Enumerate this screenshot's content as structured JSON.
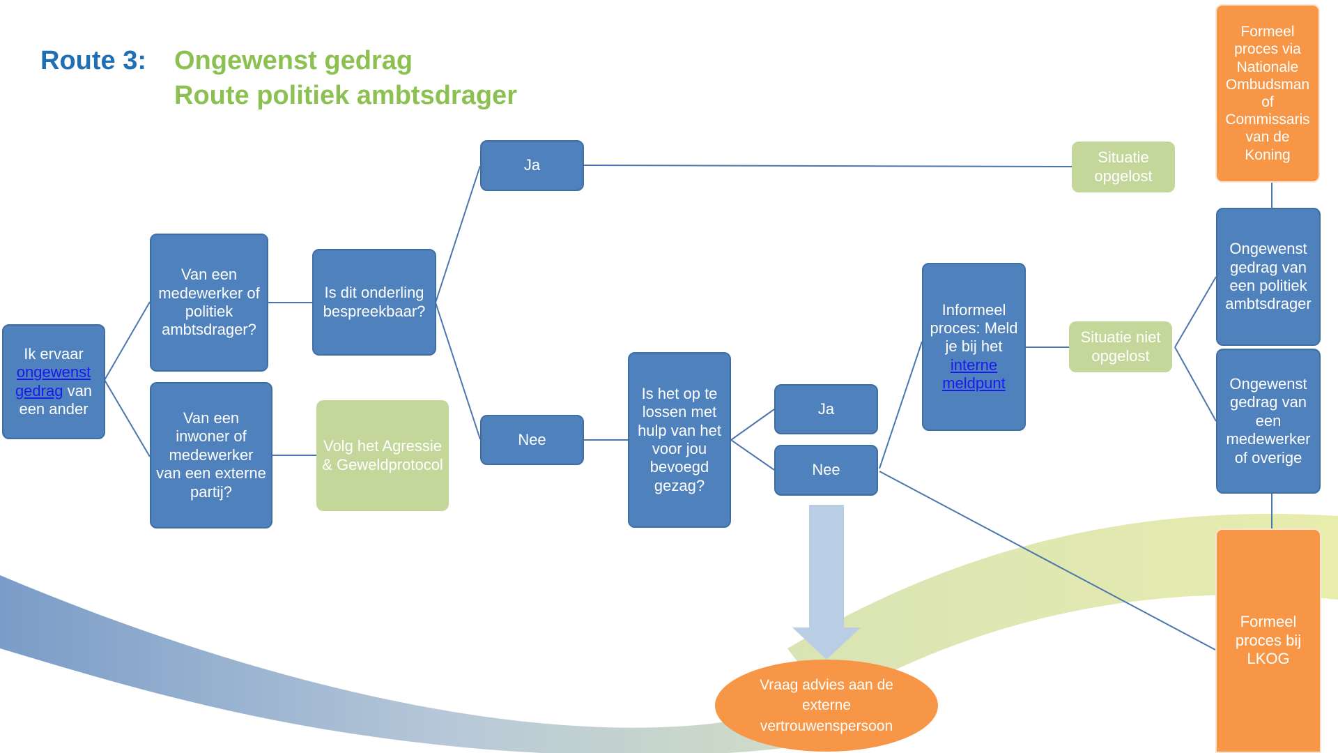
{
  "title": {
    "route": "Route 3:",
    "line1": "Ongewenst gedrag",
    "line2": "Route politiek ambtsdrager"
  },
  "colors": {
    "blue_box": "#4f81bd",
    "green_box": "#c4d79b",
    "orange_box": "#f79646",
    "title_blue": "#1f6fb5",
    "title_green": "#8cc152",
    "arrow": "#b9cde5"
  },
  "nodes": {
    "start": {
      "pre": "Ik ervaar",
      "link": "ongewenst gedrag",
      "post": " van een ander"
    },
    "q_medewerker": "Van een medewerker of politiek ambtsdrager?",
    "q_inwoner": "Van een inwoner of medewerker van een externe partij?",
    "q_onderling": "Is dit onderling bespreekbaar?",
    "protocol": "Volg het Agressie & Geweldprotocol",
    "ja_1": "Ja",
    "nee_1": "Nee",
    "q_gezag": "Is het op te lossen met hulp van het voor jou bevoegd gezag?",
    "ja_2": "Ja",
    "nee_2": "Nee",
    "informeel": {
      "pre": "Informeel proces: Meld je bij het",
      "link": "interne meldpunt"
    },
    "opgelost": "Situatie opgelost",
    "niet_opgelost": "Situatie niet opgelost",
    "ombudsman": "Formeel proces via Nationale Ombudsman of Commissaris van de Koning",
    "politiek": "Ongewenst gedrag van een politiek ambtsdrager",
    "overige": "Ongewenst gedrag van een medewerker of overige",
    "lkog": "Formeel proces bij LKOG",
    "advies": "Vraag advies aan de externe vertrouwenspersoon"
  }
}
